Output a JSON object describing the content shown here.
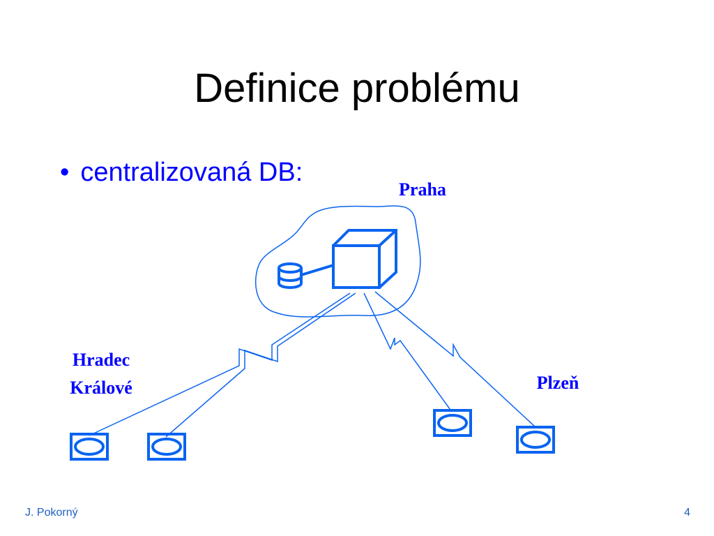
{
  "slide": {
    "title": "Definice problému",
    "bullet": "centralizovaná DB:"
  },
  "diagram": {
    "labels": {
      "center": "Praha",
      "left": [
        "Hradec",
        "Králové"
      ],
      "right": "Plzeň"
    },
    "icons": {
      "server": "cube-server-icon",
      "database": "database-cylinder-icon",
      "terminal": "terminal-screen-icon"
    }
  },
  "footer": {
    "author": "J. Pokorný",
    "page": "4"
  },
  "colors": {
    "title": "#000000",
    "accent": "#0000ff",
    "diagram": "#0a64f0",
    "footer": "#1f5fbf"
  }
}
